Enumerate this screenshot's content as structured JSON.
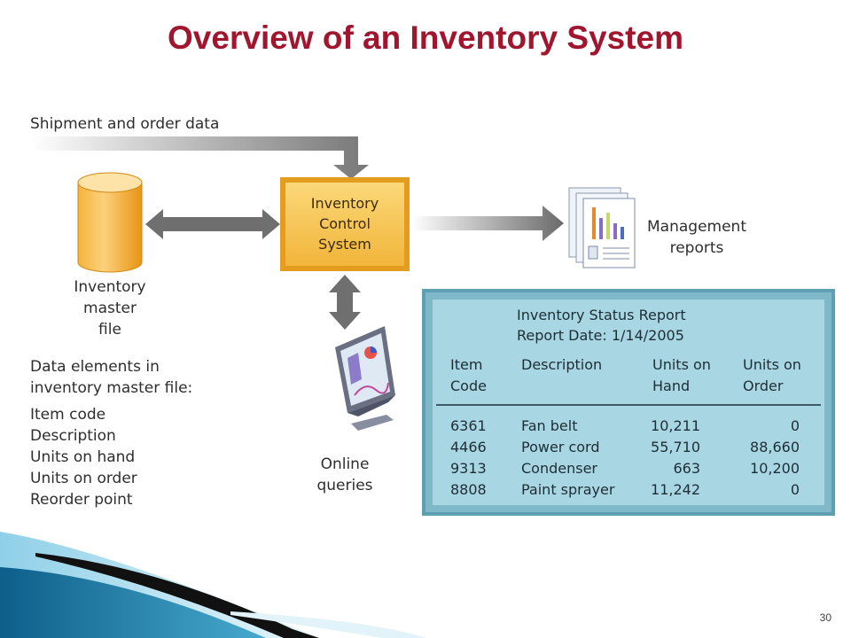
{
  "title": "Overview of an Inventory System",
  "input_label": "Shipment and order data",
  "system": {
    "lines": [
      "Inventory",
      "Control",
      "System"
    ]
  },
  "master_file": {
    "lines": [
      "Inventory",
      "master",
      "file"
    ]
  },
  "management_reports": {
    "lines": [
      "Management",
      "reports"
    ]
  },
  "online_queries": {
    "lines": [
      "Online",
      "queries"
    ]
  },
  "data_elements": {
    "heading_lines": [
      "Data elements in",
      "inventory master file:"
    ],
    "items": [
      "Item code",
      "Description",
      "Units on hand",
      "Units on order",
      "Reorder point"
    ]
  },
  "report": {
    "title": "Inventory Status Report",
    "date": "Report Date: 1/14/2005",
    "columns": [
      [
        "Item",
        "Code"
      ],
      [
        "Description",
        ""
      ],
      [
        "Units on",
        "Hand"
      ],
      [
        "Units on",
        "Order"
      ]
    ],
    "rows": [
      [
        "6361",
        "Fan belt",
        "10,211",
        "0"
      ],
      [
        "4466",
        "Power cord",
        "55,710",
        "88,660"
      ],
      [
        "9313",
        "Condenser",
        "663",
        "10,200"
      ],
      [
        "8808",
        "Paint sprayer",
        "11,242",
        "0"
      ]
    ]
  },
  "page_number": "30",
  "colors": {
    "title": "#a0162e",
    "system_box": "#f5c04a",
    "cylinder": "#f6a623",
    "report_bg": "#9fd0dc",
    "arrows": "#6f6f6f"
  }
}
